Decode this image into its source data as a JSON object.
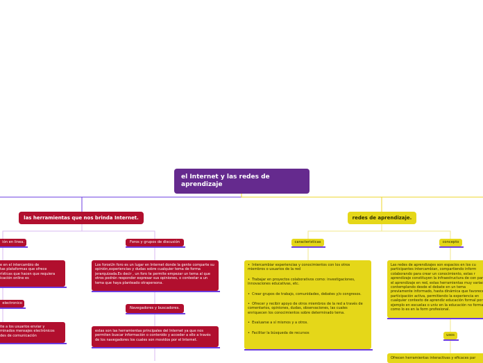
{
  "root": {
    "title": "el Internet y las redes de aprendizaje"
  },
  "branches": {
    "left": {
      "title": "las herramientas que nos brinda Internet.",
      "items": {
        "online": "ión en linea.",
        "online_desc": "e en el intercambio de\ntas plataformas que ofrece\nrísticas que hacen que requiera\nicación online es",
        "email": "electronico",
        "email_desc": "ite a los usuarios enviar y\nminados mensajes electrónicos\ndes de comunicación",
        "forums": "Foros y grupos de discusión",
        "forums_desc": "Los forosUn foro es un lugar en Internet donde la gente comparte su opinión,experiencias y dudas sobre cualquier tema de forma jerarquizada.Es decir , un foro te permite empezar un tema al que otros podrán responder expresar sus opiniones, o contestar a un tema que haya planteado otrapersona.",
        "search": "Navegadores y buscadores.",
        "search_desc": "estas son las herramientas principales del Internet ya que nos permiten buscar información o contenido y acceder a ello a través de los navegadores los cuales son movidos por el Internet."
      }
    },
    "right": {
      "title": "redes de aprendizaje.",
      "items": {
        "features": "caracteristicas",
        "features_list": [
          "Intercambiar experiencias y conocimientos con los otros miembros o usuarios de la red",
          "Trabajar en proyectos colaborativos como: investigaciones, innovaciones educativas, etc.",
          "Crear grupos de trabajo, comunidades, debates y/o congresos.",
          "Ofrecer y recibir apoyo de otros miembros de la red a través de comentarios, opiniones, dudas, observaciones, las cuales enriquecen los conocimientos sobre determinado tema.",
          "Evaluarse a sí mismos y a otros.",
          "Facilitar la búsqueda de recursos"
        ],
        "concept": "concepto",
        "concept_desc": "Las redes de aprendizajes son espacios en los cu participantes intercambian, compartiendo inform colaborando para crear un conocimiento, estas r aprendizaje constituyen la infraestructura de con para el aprendizaje en red, estas herramientas muy variada, contemplando desde el debate en un tema previamente informado, hasta dinámica que favorecen participación activa, permitiendo la experiencia en cualquier contexto de aprendiz educación formal por ejemplo en escuelas o univ en la educación no formal, como lo es en la form profesional.",
        "uses": "usos",
        "uses_desc": "Ofrecen herramientas interactivas y eficaces par"
      }
    }
  },
  "colors": {
    "root": "#652a8e",
    "left": "#b10f2e",
    "right": "#e5d719",
    "underline": "#6b3be0"
  }
}
